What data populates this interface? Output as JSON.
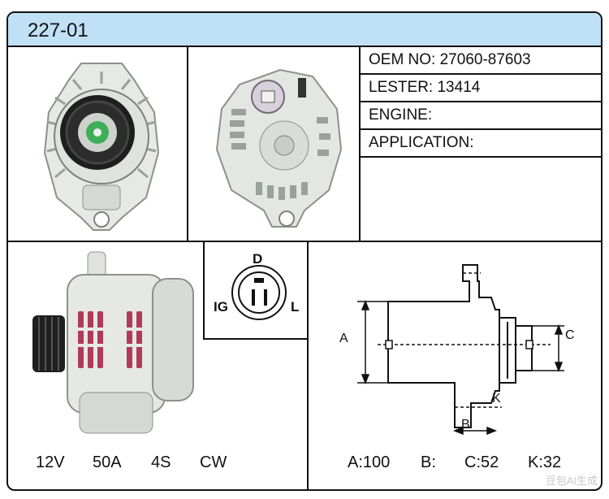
{
  "header": {
    "title": "227-01"
  },
  "specs": {
    "oem": "OEM NO: 27060-87603",
    "lester": "LESTER: 13414",
    "engine": "ENGINE:",
    "application": "APPLICATION:"
  },
  "connector": {
    "top": "D",
    "left": "IG",
    "right": "L"
  },
  "dimensions": {
    "a_label": "A",
    "b_label": "B",
    "c_label": "C",
    "k_label": "K"
  },
  "ratings": {
    "voltage": "12V",
    "amperage": "50A",
    "grooves": "4S",
    "rotation": "CW"
  },
  "measurements": {
    "a": "A:100",
    "b": "B:",
    "c": "C:52",
    "k": "K:32"
  },
  "watermark": "豆包AI生成",
  "colors": {
    "header_bg": "#bfe0f5",
    "border": "#111111",
    "stator_red": "#b03a5b"
  }
}
